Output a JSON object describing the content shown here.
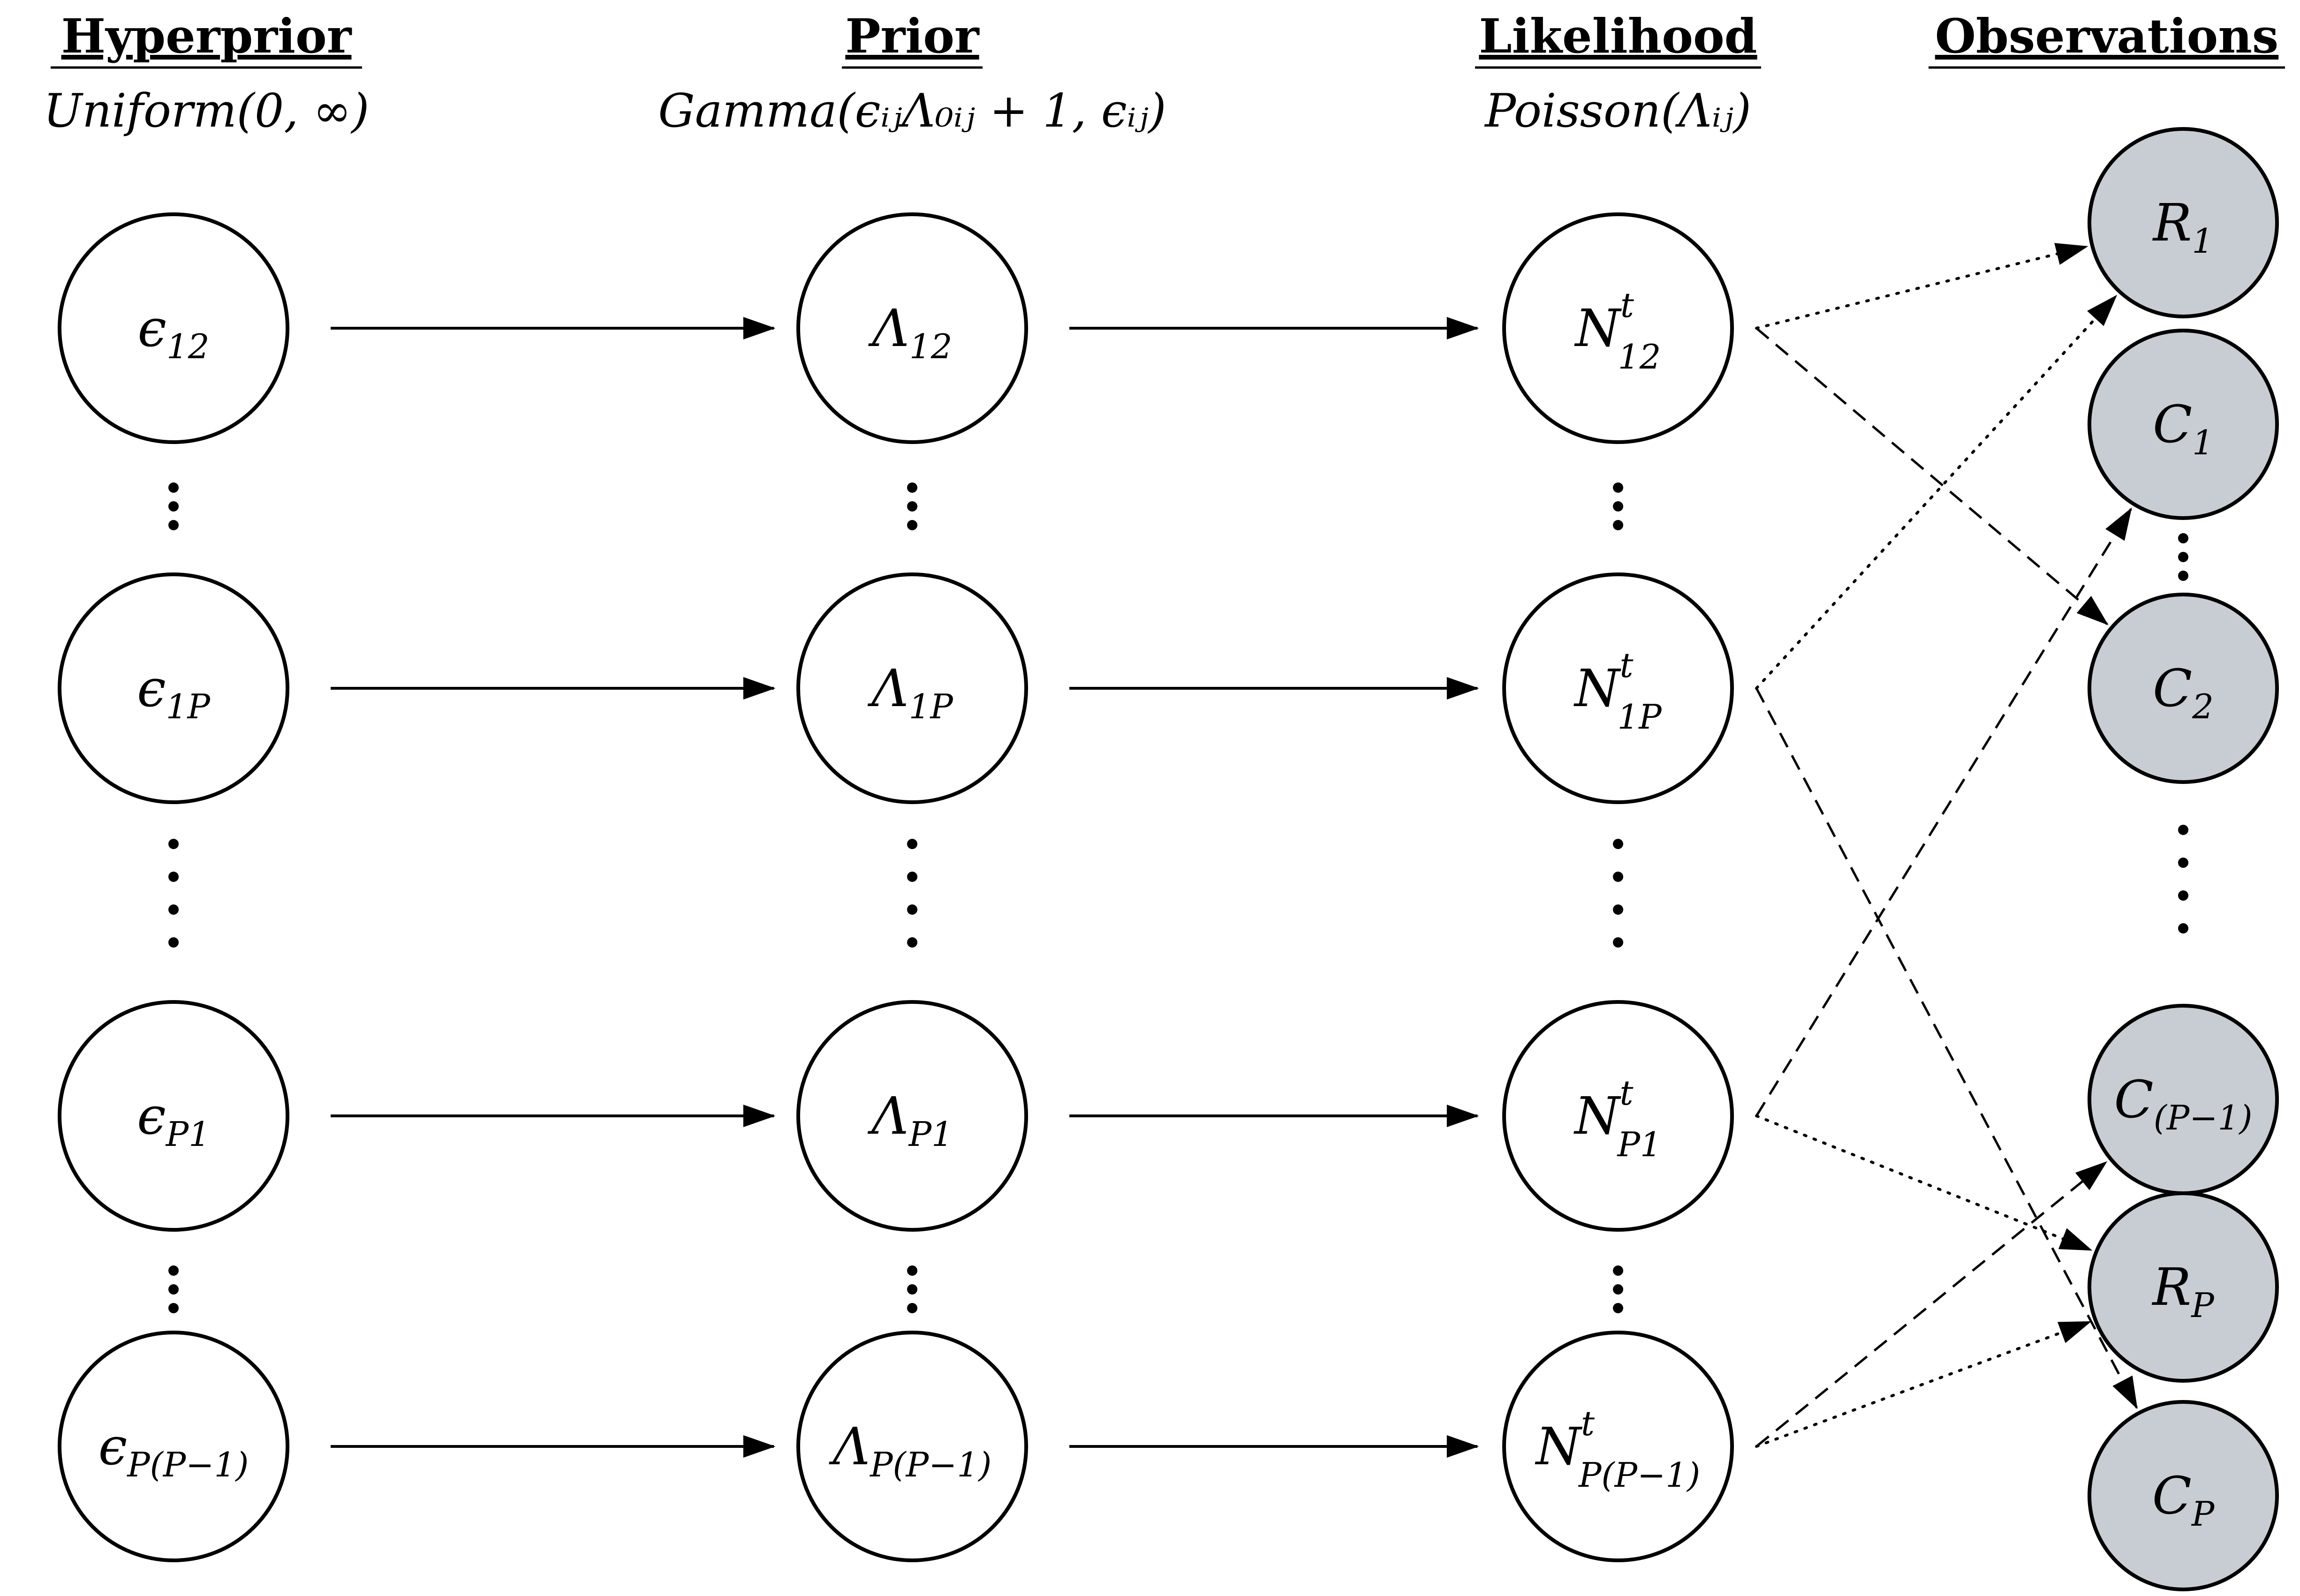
{
  "columns": [
    {
      "key": "hyperprior",
      "title": "Hyperprior",
      "subtitle": "Uniform(0, ∞)"
    },
    {
      "key": "prior",
      "title": "Prior",
      "subtitle": "Gamma(ϵᵢⱼΛ₀ᵢⱼ + 1, ϵᵢⱼ)"
    },
    {
      "key": "likelihood",
      "title": "Likelihood",
      "subtitle": "Poisson(Λᵢⱼ)"
    },
    {
      "key": "observations",
      "title": "Observations",
      "subtitle": ""
    }
  ],
  "rows": [
    {
      "hyperprior": {
        "base": "ϵ",
        "sub": "12"
      },
      "prior": {
        "base": "Λ",
        "sub": "12"
      },
      "likelihood": {
        "base": "N",
        "sup": "t",
        "sub": "12"
      }
    },
    {
      "hyperprior": {
        "base": "ϵ",
        "sub": "1P"
      },
      "prior": {
        "base": "Λ",
        "sub": "1P"
      },
      "likelihood": {
        "base": "N",
        "sup": "t",
        "sub": "1P"
      }
    },
    {
      "hyperprior": {
        "base": "ϵ",
        "sub": "P1"
      },
      "prior": {
        "base": "Λ",
        "sub": "P1"
      },
      "likelihood": {
        "base": "N",
        "sup": "t",
        "sub": "P1"
      }
    },
    {
      "hyperprior": {
        "base": "ϵ",
        "sub": "P(P−1)"
      },
      "prior": {
        "base": "Λ",
        "sub": "P(P−1)"
      },
      "likelihood": {
        "base": "N",
        "sup": "t",
        "sub": "P(P−1)"
      }
    }
  ],
  "observations": [
    {
      "id": "R1",
      "base": "R",
      "sub": "1"
    },
    {
      "id": "C1",
      "base": "C",
      "sub": "1"
    },
    {
      "id": "C2",
      "base": "C",
      "sub": "2"
    },
    {
      "id": "CPm1",
      "base": "C",
      "sub": "(P−1)"
    },
    {
      "id": "RP",
      "base": "R",
      "sub": "P"
    },
    {
      "id": "CP",
      "base": "C",
      "sub": "P"
    }
  ],
  "observation_edges": [
    {
      "from_row": 0,
      "to": "R1",
      "style": "dotted"
    },
    {
      "from_row": 0,
      "to": "C2",
      "style": "dashed"
    },
    {
      "from_row": 1,
      "to": "R1",
      "style": "dotted"
    },
    {
      "from_row": 1,
      "to": "CP",
      "style": "dashed"
    },
    {
      "from_row": 2,
      "to": "C1",
      "style": "dashed"
    },
    {
      "from_row": 2,
      "to": "RP",
      "style": "dotted"
    },
    {
      "from_row": 3,
      "to": "CPm1",
      "style": "dashed"
    },
    {
      "from_row": 3,
      "to": "RP",
      "style": "dotted"
    }
  ],
  "colors": {
    "observed_fill": "#c8cdd3",
    "latent_fill": "#ffffff",
    "stroke": "#000000"
  }
}
